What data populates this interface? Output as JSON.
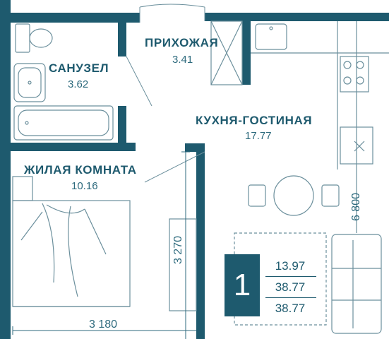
{
  "rooms": {
    "bathroom": {
      "name": "САНУЗЕЛ",
      "area": "3.62"
    },
    "hallway": {
      "name": "ПРИХОЖАЯ",
      "area": "3.41"
    },
    "kitchen_living": {
      "name": "КУХНЯ-ГОСТИНАЯ",
      "area": "17.77"
    },
    "bedroom": {
      "name": "ЖИЛАЯ КОМНАТА",
      "area": "10.16"
    }
  },
  "dimensions": {
    "bedroom_width": "3 180",
    "bedroom_height": "3 270",
    "kitchen_height": "6 800"
  },
  "apartment": {
    "rooms_count": "1",
    "living_area": "13.97",
    "total_area": "38.77",
    "total_area_with_balcony": "38.77"
  },
  "colors": {
    "wall": "#1e5a6e",
    "text": "#1e5a6e",
    "fixture_line": "#6b8f9c",
    "floor": "#ffffff"
  }
}
